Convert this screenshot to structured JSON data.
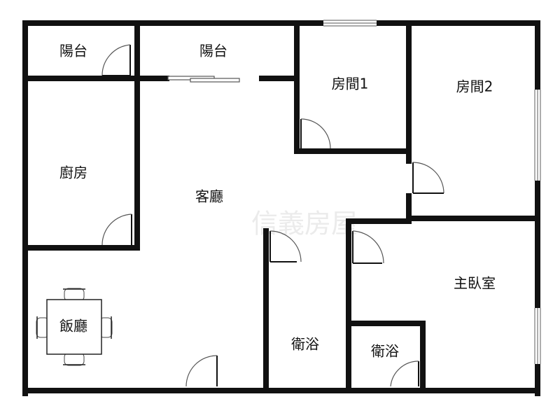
{
  "floor_plan": {
    "rooms": {
      "balcony_small": "陽台",
      "balcony_main": "陽台",
      "bedroom_1": "房間1",
      "bedroom_2": "房間2",
      "kitchen": "廚房",
      "living_room": "客廳",
      "dining_room": "飯廳",
      "bathroom_1": "衛浴",
      "bathroom_2": "衛浴",
      "master_bedroom": "主臥室"
    },
    "watermark": "信義房屋",
    "colors": {
      "wall": "#111111",
      "background": "#ffffff",
      "watermark": "#dcdcdc"
    }
  }
}
